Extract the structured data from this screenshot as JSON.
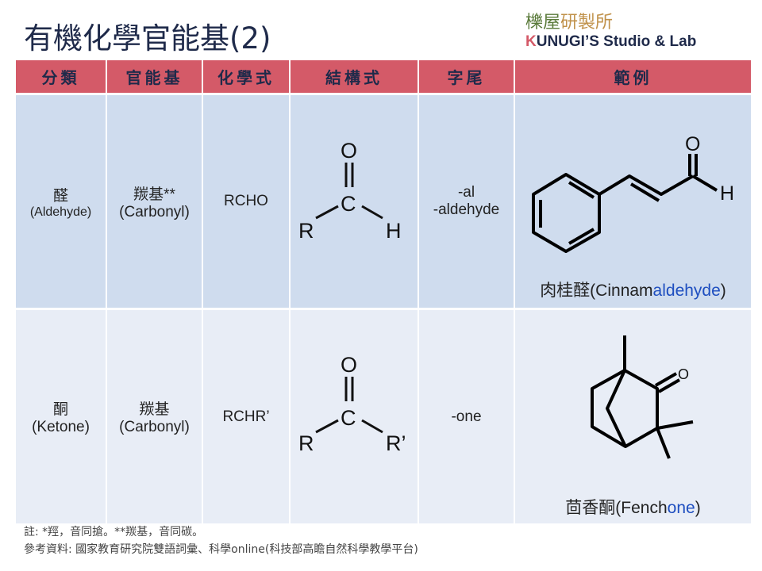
{
  "title": "有機化學官能基(2)",
  "brand": {
    "cn_a": "櫟屋",
    "cn_b": "研製所",
    "en_k": "K",
    "en_rest": "UNUGI’S Studio & Lab"
  },
  "headers": [
    "分類",
    "官能基",
    "化學式",
    "結構式",
    "字尾",
    "範例"
  ],
  "rows": [
    {
      "class": "醛",
      "class_en": "(Aldehyde)",
      "group": "羰基**",
      "group_en": "(Carbonyl)",
      "formula": "RCHO",
      "suffix1": "-al",
      "suffix2": "-aldehyde",
      "struct": {
        "o": "O",
        "c": "C",
        "r": "R",
        "h": "H"
      },
      "example_cn": "肉桂醛(Cinnam",
      "example_hl": "aldehyde",
      "example_end": ")",
      "ex_labels": {
        "o": "O",
        "h": "H"
      }
    },
    {
      "class": "酮",
      "class_en": "(Ketone)",
      "group": "羰基",
      "group_en": "(Carbonyl)",
      "formula": "RCHR’",
      "suffix1": "-one",
      "struct": {
        "o": "O",
        "c": "C",
        "r": "R",
        "h": "R’"
      },
      "example_cn": "茴香酮(Fench",
      "example_hl": "one",
      "example_end": ")",
      "ex_labels": {
        "o": "O"
      }
    }
  ],
  "notes": [
    "註: *羥，音同搶。**羰基，音同碳。",
    "參考資料: 國家教育研究院雙語詞彙、科學online(科技部高瞻自然科學教學平台)"
  ]
}
